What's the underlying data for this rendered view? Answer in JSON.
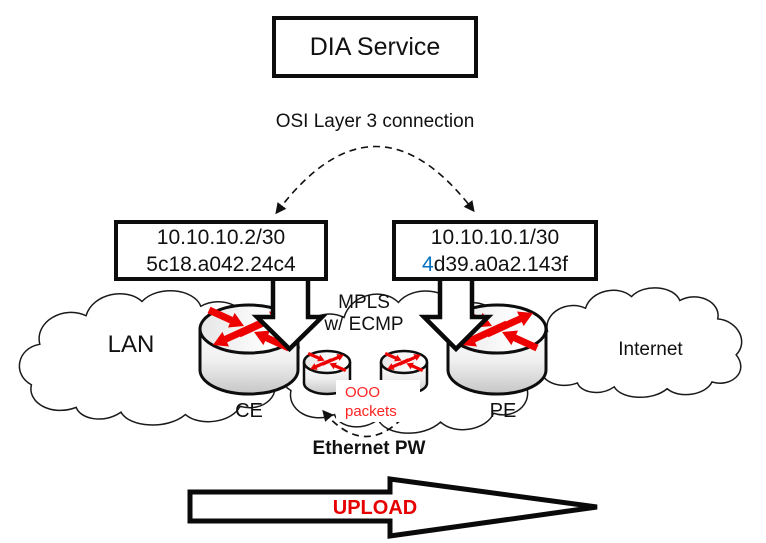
{
  "title": "DIA Service",
  "connection_label": "OSI Layer 3 connection",
  "ce_box": {
    "ip": "10.10.10.2/30",
    "mac": "5c18.a042.24c4"
  },
  "pe_box": {
    "ip": "10.10.10.1/30",
    "mac_highlight": "4",
    "mac_rest": "d39.a0a2.143f"
  },
  "clouds": {
    "lan": "LAN",
    "internet": "Internet"
  },
  "core": {
    "line1": "MPLS",
    "line2": "w/ ECMP"
  },
  "routers": {
    "ce": "CE",
    "pe": "PE"
  },
  "ooo": {
    "line1": "OOO",
    "line2": "packets"
  },
  "pw_label": "Ethernet PW",
  "upload_label": "UPLOAD",
  "colors": {
    "highlight_blue": "#0070C0",
    "alert_red": "#ff2222",
    "upload_red": "#e60000",
    "router_red": "#ee0000",
    "ink": "#111111"
  }
}
